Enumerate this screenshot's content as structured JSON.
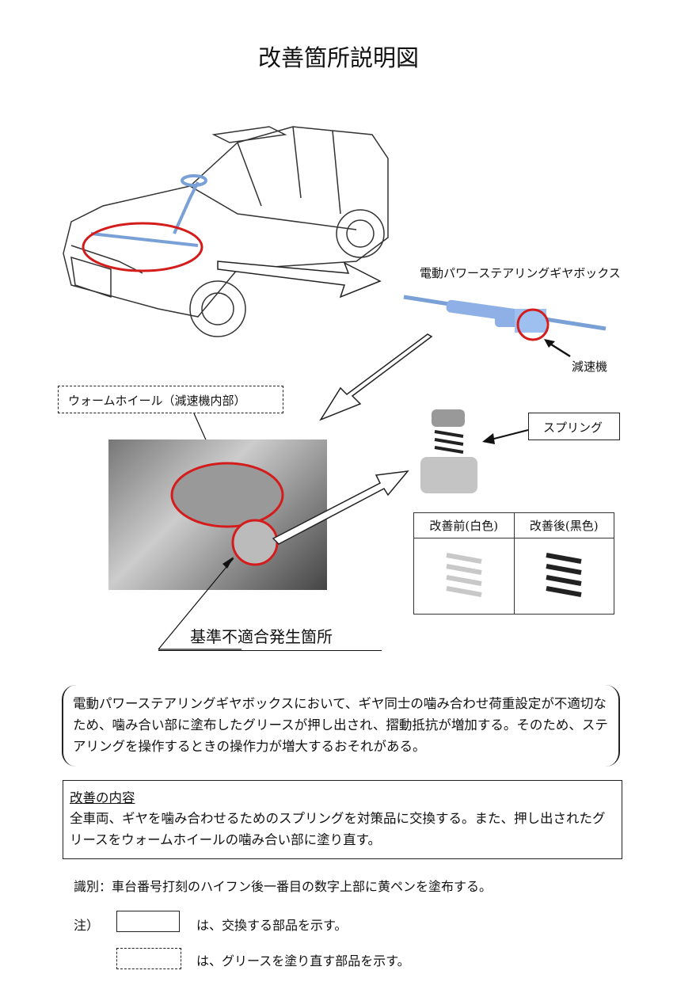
{
  "title": "改善箇所説明図",
  "labels": {
    "gearbox": "電動パワーステアリングギヤボックス",
    "reducer": "減速機",
    "worm_wheel": "ウォームホイール（減速機内部）",
    "spring": "スプリング",
    "defect_location": "基準不適合発生箇所"
  },
  "spring_table": {
    "headers": [
      "改善前(白色)",
      "改善後(黒色)"
    ],
    "colors": {
      "before": "#c8c8c8",
      "after": "#222222"
    }
  },
  "description": "電動パワーステアリングギヤボックスにおいて、ギヤ同士の噛み合わせ荷重設定が不適切なため、噛み合い部に塗布したグリースが押し出され、摺動抵抗が増加する。そのため、ステアリングを操作するときの操作力が増大するおそれがある。",
  "improvement": {
    "heading": "改善の内容",
    "text": "全車両、ギヤを噛み合わせるためのスプリングを対策品に交換する。また、押し出されたグリースをウォームホイールの噛み合い部に塗り直す。"
  },
  "identification": "識別：車台番号打刻のハイフン後一番目の数字上部に黄ペンを塗布する。",
  "notes": {
    "prefix": "注）",
    "solid": "は、交換する部品を示す。",
    "dashed": "は、グリースを塗り直す部品を示す。"
  },
  "highlight_color": "#d41c1c"
}
